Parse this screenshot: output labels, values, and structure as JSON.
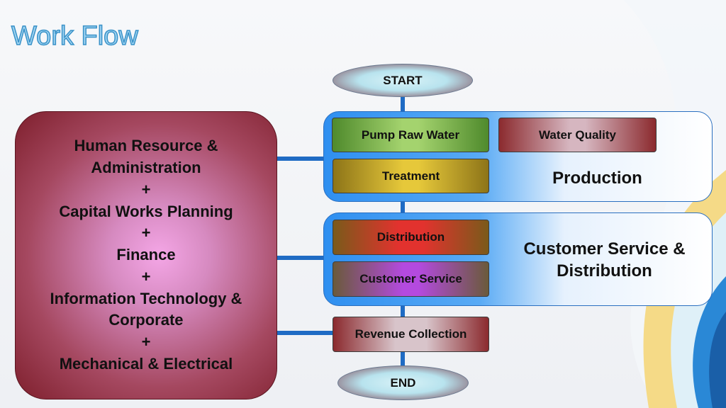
{
  "title": "Work Flow",
  "left_panel": {
    "lines": [
      "Human Resource &",
      "Administration",
      "+",
      "Capital Works Planning",
      "+",
      "Finance",
      "+",
      "Information Technology &",
      "Corporate",
      "+",
      "Mechanical & Electrical"
    ]
  },
  "flow": {
    "start": "START",
    "end": "END",
    "production": {
      "label": "Production",
      "boxes": [
        "Pump Raw Water",
        "Water Quality",
        "Treatment"
      ]
    },
    "customer": {
      "label_line1": "Customer Service &",
      "label_line2": "Distribution",
      "boxes": [
        "Distribution",
        "Customer Service"
      ]
    },
    "revenue": "Revenue Collection"
  }
}
